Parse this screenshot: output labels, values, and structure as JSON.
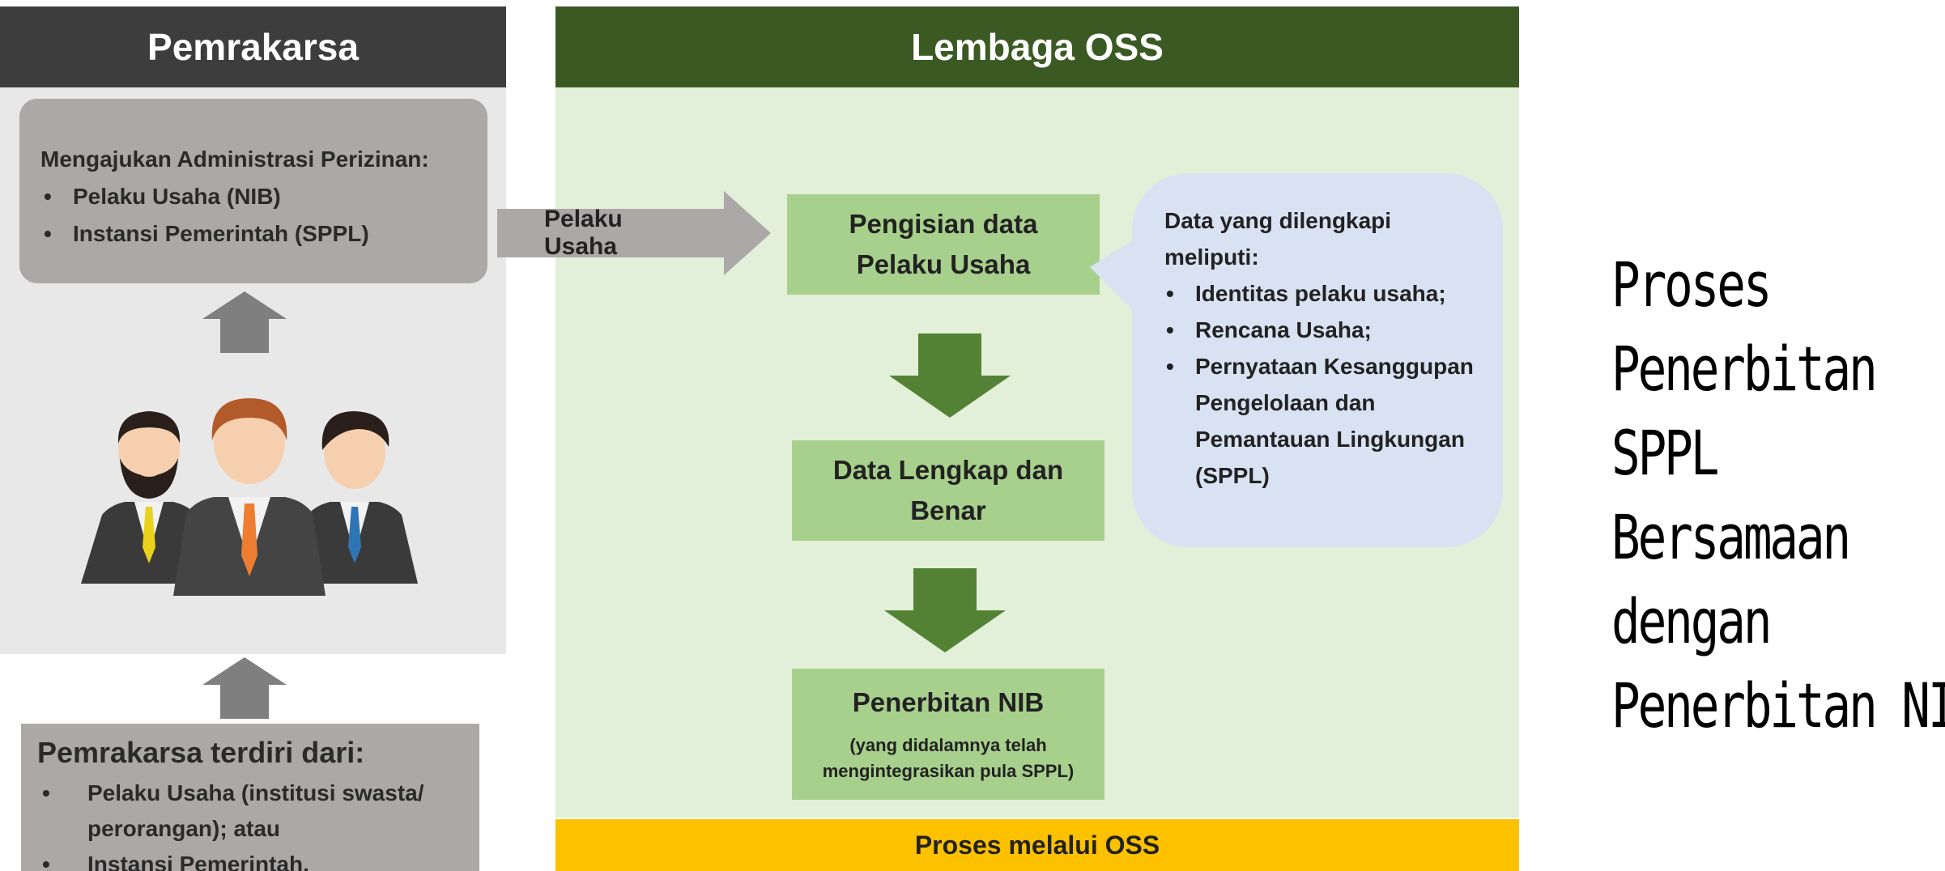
{
  "pemrakarsa": {
    "header": "Pemrakarsa",
    "admin": {
      "title": "Mengajukan Administrasi Perizinan:",
      "items": [
        "Pelaku Usaha (NIB)",
        "Instansi Pemerintah (SPPL)"
      ]
    },
    "composition": {
      "title": "Pemrakarsa terdiri dari:",
      "items": [
        "Pelaku Usaha (institusi swasta/ perorangan); atau",
        "Instansi Pemerintah."
      ]
    },
    "icon": "people-group-icon"
  },
  "arrow_label": "Pelaku Usaha",
  "oss": {
    "header": "Lembaga OSS",
    "steps": [
      {
        "title": "Pengisian data Pelaku Usaha"
      },
      {
        "title": "Data Lengkap dan Benar"
      },
      {
        "title": "Penerbitan NIB",
        "note": "(yang didalamnya telah mengintegrasikan pula SPPL)"
      }
    ],
    "bubble": {
      "title": "Data yang dilengkapi meliputi:",
      "items": [
        "Identitas pelaku usaha;",
        "Rencana Usaha;",
        "Pernyataan Kesanggupan Pengelolaan dan Pemantauan Lingkungan (SPPL)"
      ]
    },
    "footer": "Proses melalui OSS"
  },
  "side_title": [
    "Proses",
    "Penerbitan",
    "SPPL",
    "Bersamaan",
    "dengan",
    "Penerbitan NIB"
  ],
  "colors": {
    "pemrakarsa_header": "#3d3d3d",
    "oss_header": "#3b5a23",
    "oss_panel": "#e2efd9",
    "step_box": "#a8d08d",
    "arrow_green": "#548235",
    "arrow_gray": "#7f7f7f",
    "bubble": "#d9e2f3",
    "footer": "#fdc100"
  }
}
